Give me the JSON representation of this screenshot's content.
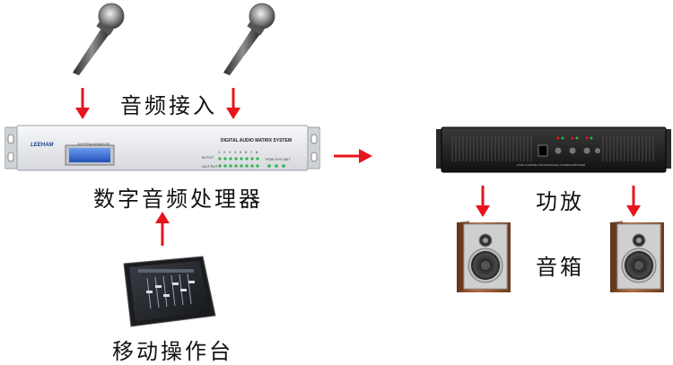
{
  "labels": {
    "audio_input": "音频接入",
    "dsp": "数字音频处理器",
    "amplifier": "功放",
    "speaker": "音箱",
    "mobile_console": "移动操作台"
  },
  "processor": {
    "brand": "LEEHAM",
    "monitor_label": "SYSTEM MONITOR",
    "model_title": "DIGITAL AUDIO MATRIX SYSTEM",
    "in_label": "IN PUT",
    "out_label": "OUT PUT",
    "channel_numbers": [
      "1",
      "2",
      "3",
      "4",
      "5",
      "6",
      "7",
      "8"
    ],
    "status_label": "POW SYS NET"
  },
  "amp": {
    "caption": "FOUR CHANNEL PROFESSIONAL POWER AMPLIFIER"
  },
  "colors": {
    "arrow": "#e8141c",
    "processor_body": "#e9eaee",
    "processor_lcd": "#2f6fd8",
    "led_green": "#2bb24c",
    "amp_body": "#1b1b1b",
    "speaker_wood": "#a8643a"
  }
}
